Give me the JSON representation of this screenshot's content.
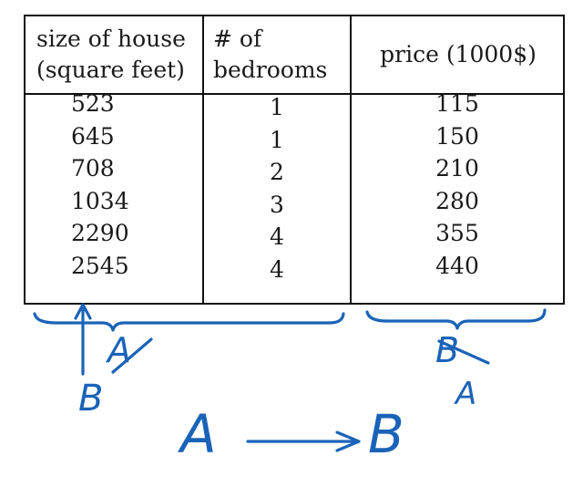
{
  "table": {
    "headers": {
      "size": [
        "size of house",
        "(square feet)"
      ],
      "bedrooms": [
        "# of",
        "bedrooms"
      ],
      "price": [
        "price (1000$)"
      ]
    },
    "rows": [
      {
        "size": "523",
        "bedrooms": "1",
        "price": "115"
      },
      {
        "size": "645",
        "bedrooms": "1",
        "price": "150"
      },
      {
        "size": "708",
        "bedrooms": "2",
        "price": "210"
      },
      {
        "size": "1034",
        "bedrooms": "3",
        "price": "280"
      },
      {
        "size": "2290",
        "bedrooms": "4",
        "price": "355"
      },
      {
        "size": "2545",
        "bedrooms": "4",
        "price": "440"
      }
    ]
  },
  "annotations": {
    "left_brace_label": "A",
    "left_arrow_label": "B",
    "right_brace_label": "B",
    "right_below_label": "A",
    "mapping_from": "A",
    "mapping_to": "B",
    "ink_color": "#1a63b8"
  }
}
